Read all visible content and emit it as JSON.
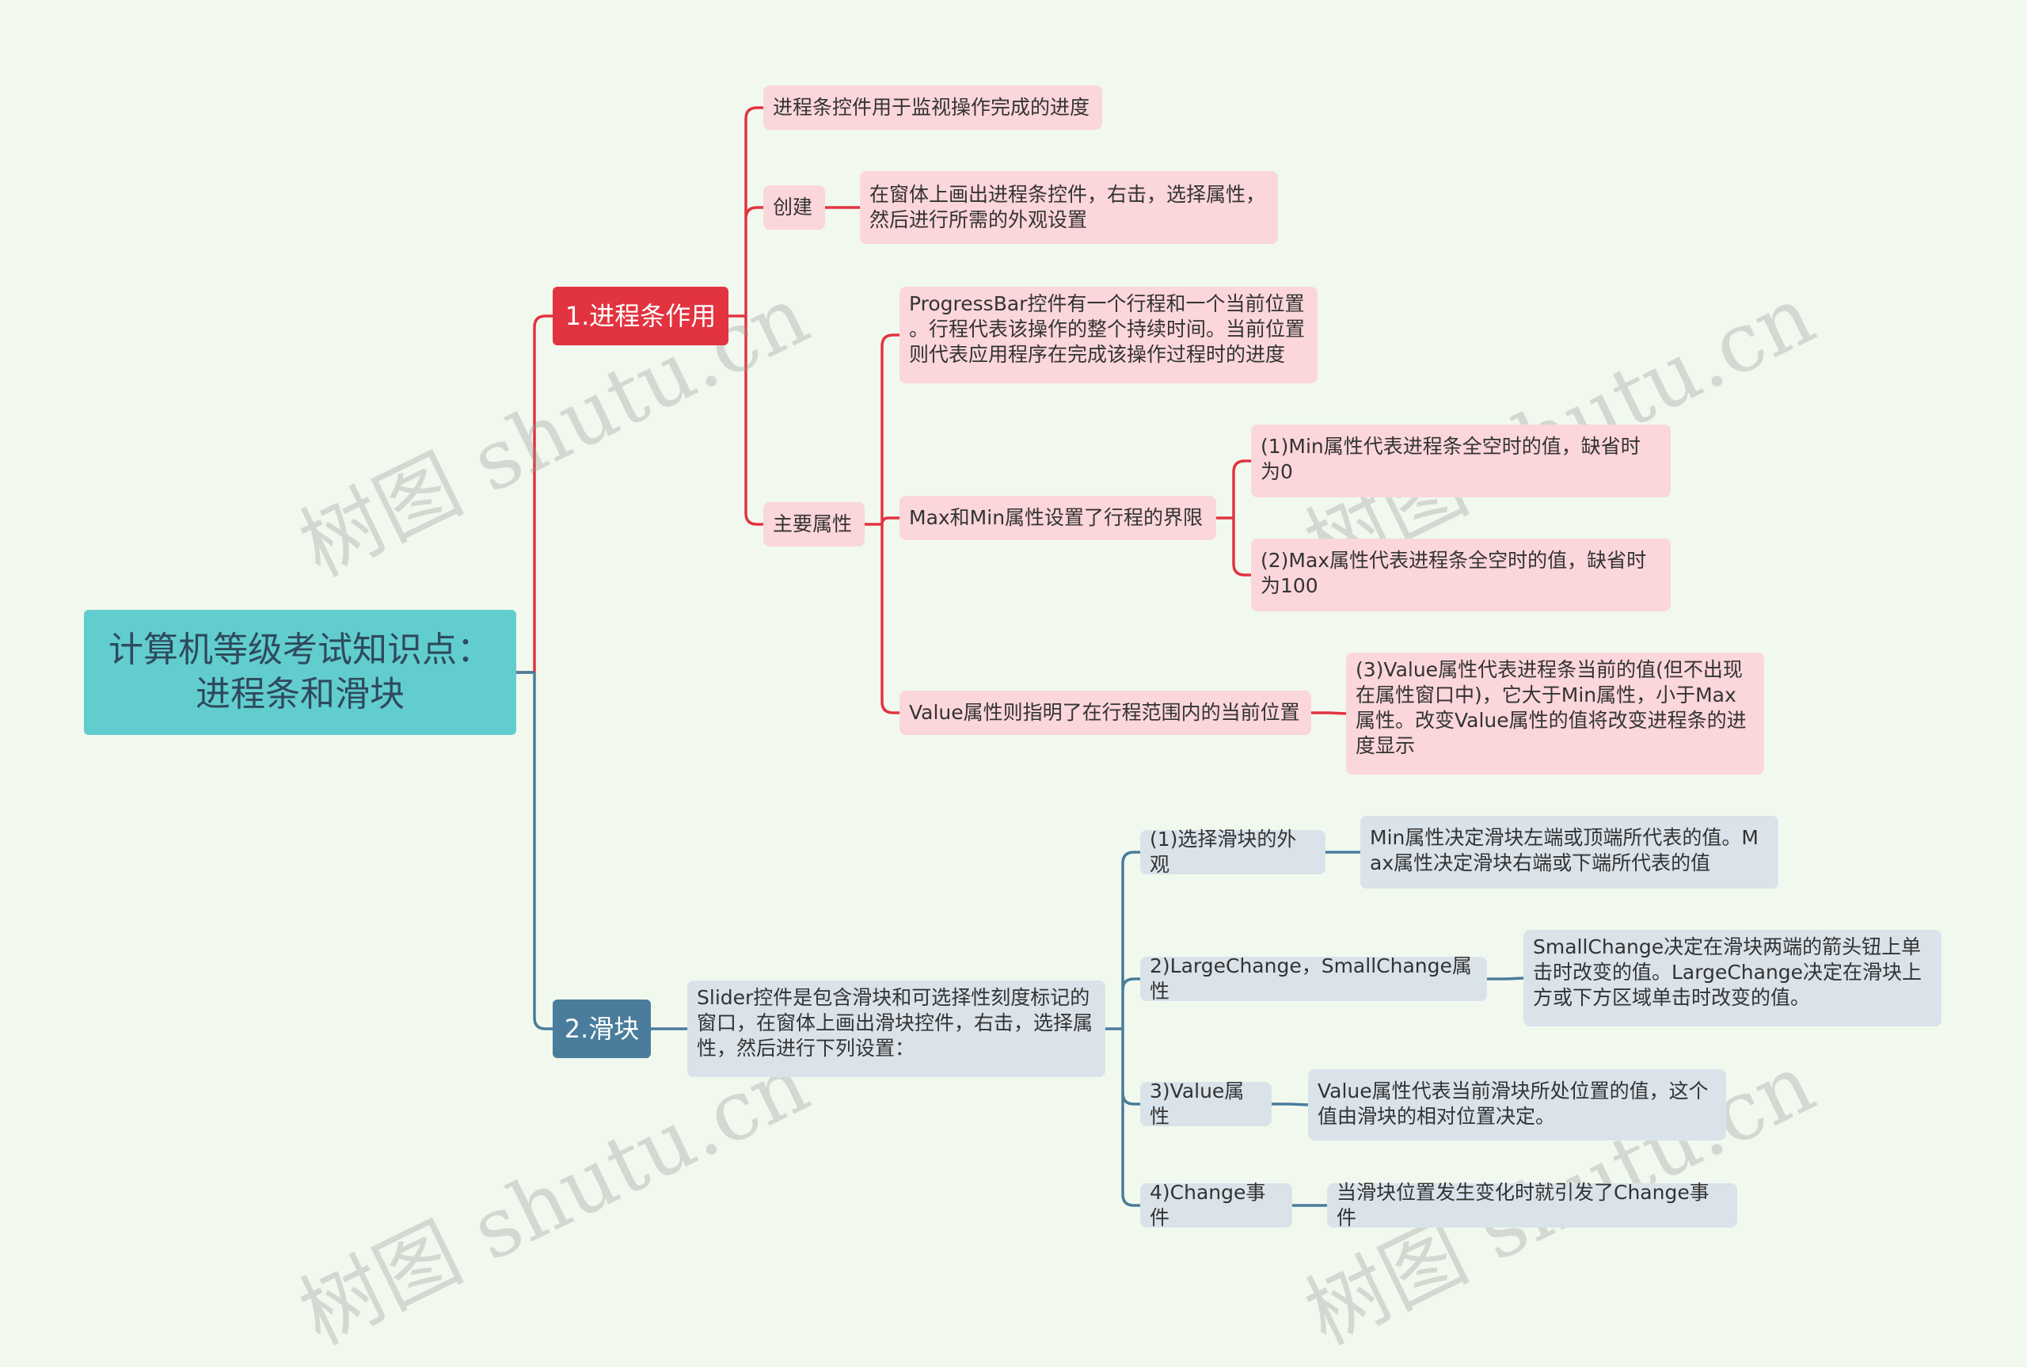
{
  "watermarks": [
    "树图 shutu.cn",
    "树图 shutu.cn",
    "树图 shutu.cn",
    "树图 shutu.cn"
  ],
  "colors": {
    "background": "#f1f9ef",
    "root": "#62cdcf",
    "branch1": "#e23440",
    "branch2": "#4a7c9b",
    "pink_node": "#fbd6da",
    "blue_node": "#dae3ea"
  },
  "root": {
    "label": "计算机等级考试知识点：\n进程条和滑块"
  },
  "branch1": {
    "label": "1.进程条作用",
    "purpose": "进程条控件用于监视操作完成的进度",
    "create": {
      "label": "创建",
      "detail": "在窗体上画出进程条控件，右击，选择属性，\n然后进行所需的外观设置"
    },
    "props": {
      "label": "主要属性",
      "progressbar": "ProgressBar控件有一个行程和一个当前位置\n。行程代表该操作的整个持续时间。当前位置\n则代表应用程序在完成该操作过程时的进度",
      "maxmin": {
        "label": "Max和Min属性设置了行程的界限",
        "min": "(1)Min属性代表进程条全空时的值，缺省时\n为0",
        "max": "(2)Max属性代表进程条全空时的值，缺省时\n为100"
      },
      "value": {
        "label": "Value属性则指明了在行程范围内的当前位置",
        "detail": "(3)Value属性代表进程条当前的值(但不出现\n在属性窗口中)，它大于Min属性，小于Max\n属性。改变Value属性的值将改变进程条的进\n度显示"
      }
    }
  },
  "branch2": {
    "label": "2.滑块",
    "intro": "Slider控件是包含滑块和可选择性刻度标记的\n窗口，在窗体上画出滑块控件，右击，选择属\n性，然后进行下列设置：",
    "items": [
      {
        "label": "(1)选择滑块的外观",
        "detail": "Min属性决定滑块左端或顶端所代表的值。M\nax属性决定滑块右端或下端所代表的值"
      },
      {
        "label": "2)LargeChange，SmallChange属性",
        "detail": "SmallChange决定在滑块两端的箭头钮上单\n击时改变的值。LargeChange决定在滑块上\n方或下方区域单击时改变的值。"
      },
      {
        "label": "3)Value属性",
        "detail": "Value属性代表当前滑块所处位置的值，这个\n值由滑块的相对位置决定。"
      },
      {
        "label": "4)Change事件",
        "detail": "当滑块位置发生变化时就引发了Change事件"
      }
    ]
  }
}
